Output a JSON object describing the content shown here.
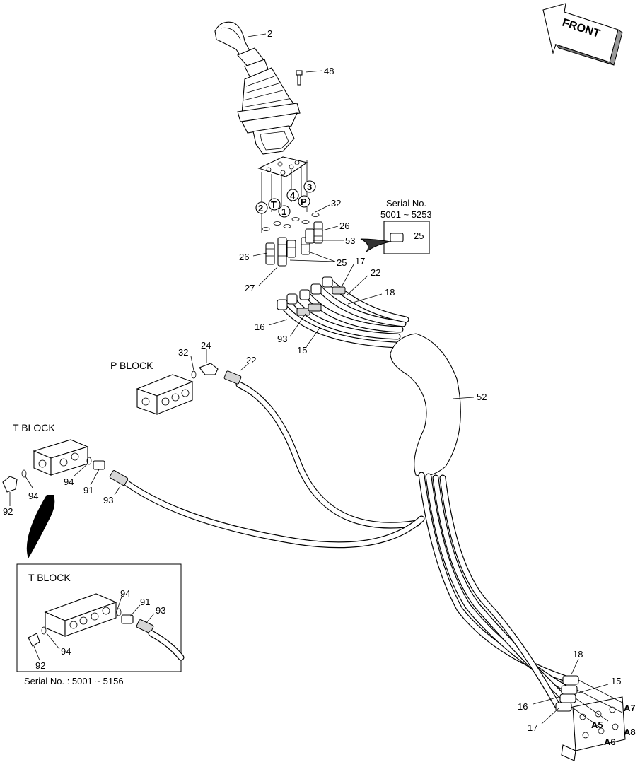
{
  "front_label": "FRONT",
  "blocks": {
    "p_block": "P BLOCK",
    "t_block": "T BLOCK",
    "t_block_inset": "T BLOCK"
  },
  "serial": {
    "callout_title": "Serial No.",
    "callout_range": "5001 ~ 5253",
    "callout_part": "25",
    "inset_caption": "Serial No. : 5001 ~ 5156"
  },
  "port_markers": [
    "2",
    "T",
    "1",
    "4",
    "P",
    "3"
  ],
  "valve_ports": [
    "A5",
    "A6",
    "A7",
    "A8"
  ],
  "callouts": {
    "c2": "2",
    "c48": "48",
    "c32a": "32",
    "c26a": "26",
    "c53": "53",
    "c26b": "26",
    "c25a": "25",
    "c27": "27",
    "c17a": "17",
    "c22a": "22",
    "c18a": "18",
    "c16a": "16",
    "c93a": "93",
    "c15a": "15",
    "c32b": "32",
    "c24": "24",
    "c22b": "22",
    "c52": "52",
    "c94a": "94",
    "c92a": "92",
    "c94b": "94",
    "c91a": "91",
    "c93b": "93",
    "c94c": "94",
    "c91b": "91",
    "c93c": "93",
    "c94d": "94",
    "c92b": "92",
    "c18b": "18",
    "c15b": "15",
    "c16b": "16",
    "c17b": "17"
  }
}
